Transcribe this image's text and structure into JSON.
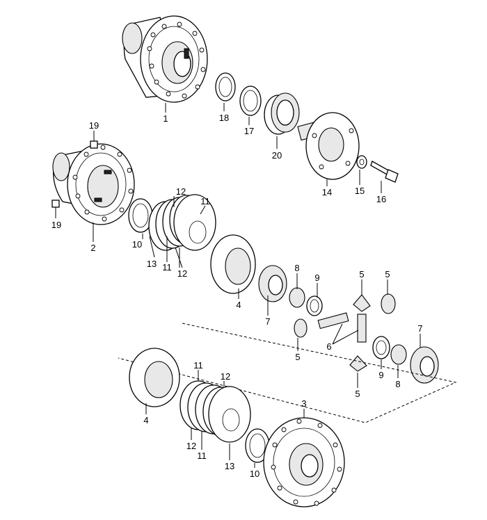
{
  "callouts": {
    "c1": "1",
    "c18": "18",
    "c17": "17",
    "c20": "20",
    "c14": "14",
    "c15": "15",
    "c16": "16",
    "c19a": "19",
    "c19b": "19",
    "c2": "2",
    "c12a": "12",
    "c11a": "11",
    "c10a": "10",
    "c13a": "13",
    "c11b": "11",
    "c12b": "12",
    "c4a": "4",
    "c8a": "8",
    "c9a": "9",
    "c7a": "7",
    "c5a": "5",
    "c5b": "5",
    "c5c": "5",
    "c6": "6",
    "c7b": "7",
    "c9b": "9",
    "c8b": "8",
    "c5d": "5",
    "c4b": "4",
    "c11c": "11",
    "c12c": "12",
    "c12d": "12",
    "c11d": "11",
    "c13b": "13",
    "c10b": "10",
    "c3": "3"
  }
}
